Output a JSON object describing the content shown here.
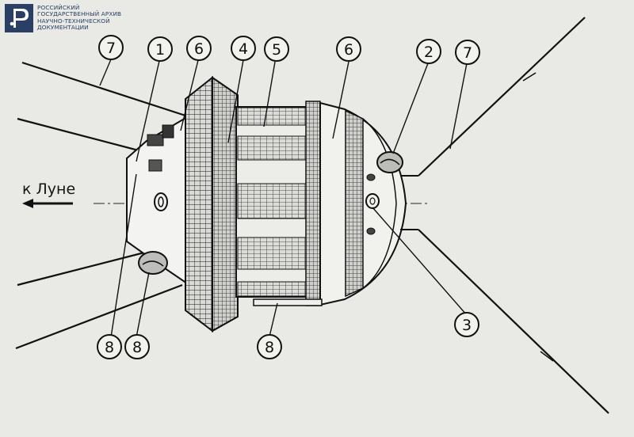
{
  "watermark": {
    "lines": [
      "РОССИЙСКИЙ",
      "ГОСУДАРСТВЕННЫЙ АРХИВ",
      "НАУЧНО-ТЕХНИЧЕСКОЙ",
      "ДОКУМЕНТАЦИИ"
    ]
  },
  "direction_label": "к Луне",
  "callouts": [
    {
      "id": "c7l",
      "label": "7"
    },
    {
      "id": "c1",
      "label": "1"
    },
    {
      "id": "c6l",
      "label": "6"
    },
    {
      "id": "c4",
      "label": "4"
    },
    {
      "id": "c5",
      "label": "5"
    },
    {
      "id": "c6r",
      "label": "6"
    },
    {
      "id": "c2",
      "label": "2"
    },
    {
      "id": "c7r",
      "label": "7"
    },
    {
      "id": "c3",
      "label": "3"
    },
    {
      "id": "c8a",
      "label": "8"
    },
    {
      "id": "c8b",
      "label": "8"
    },
    {
      "id": "c8c",
      "label": "8"
    }
  ],
  "colors": {
    "paper": "#e9e9e6",
    "ink": "#111111",
    "logo": "#2a3f63"
  }
}
